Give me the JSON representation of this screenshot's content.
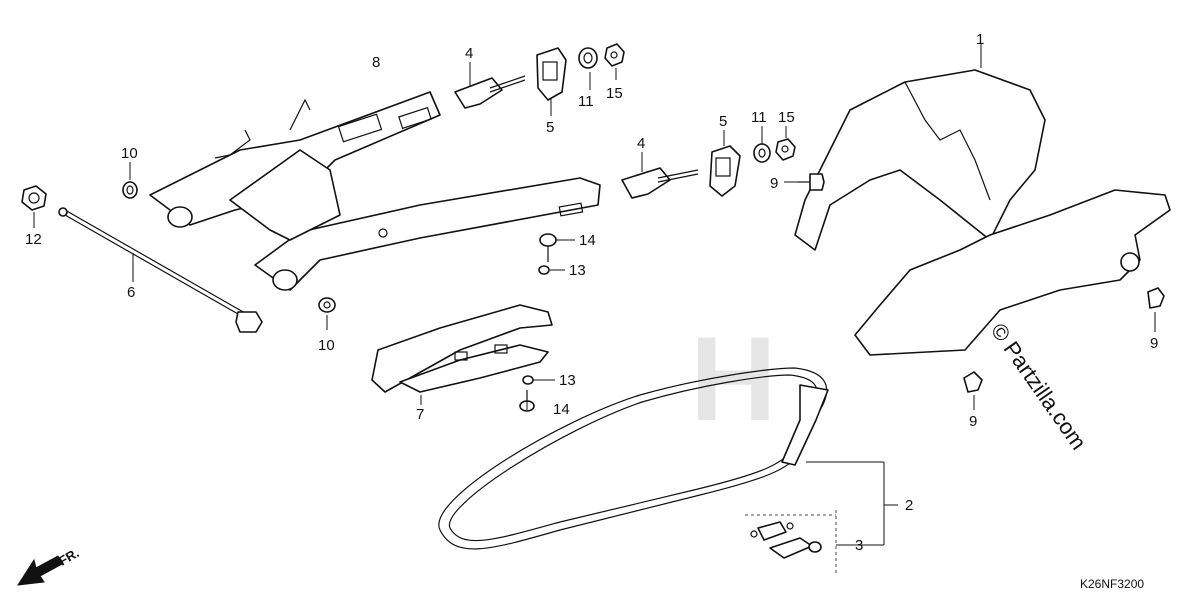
{
  "diagram": {
    "code": "K26NF3200",
    "watermark": "© Partzilla.com",
    "direction": "FR.",
    "callouts": {
      "c1": "1",
      "c2": "2",
      "c3": "3",
      "c4a": "4",
      "c4b": "4",
      "c5a": "5",
      "c5b": "5",
      "c6": "6",
      "c7": "7",
      "c8": "8",
      "c9a": "9",
      "c9b": "9",
      "c9c": "9",
      "c10a": "10",
      "c10b": "10",
      "c11a": "11",
      "c11b": "11",
      "c12": "12",
      "c13a": "13",
      "c13b": "13",
      "c14a": "14",
      "c14b": "14",
      "c15a": "15",
      "c15b": "15"
    }
  }
}
